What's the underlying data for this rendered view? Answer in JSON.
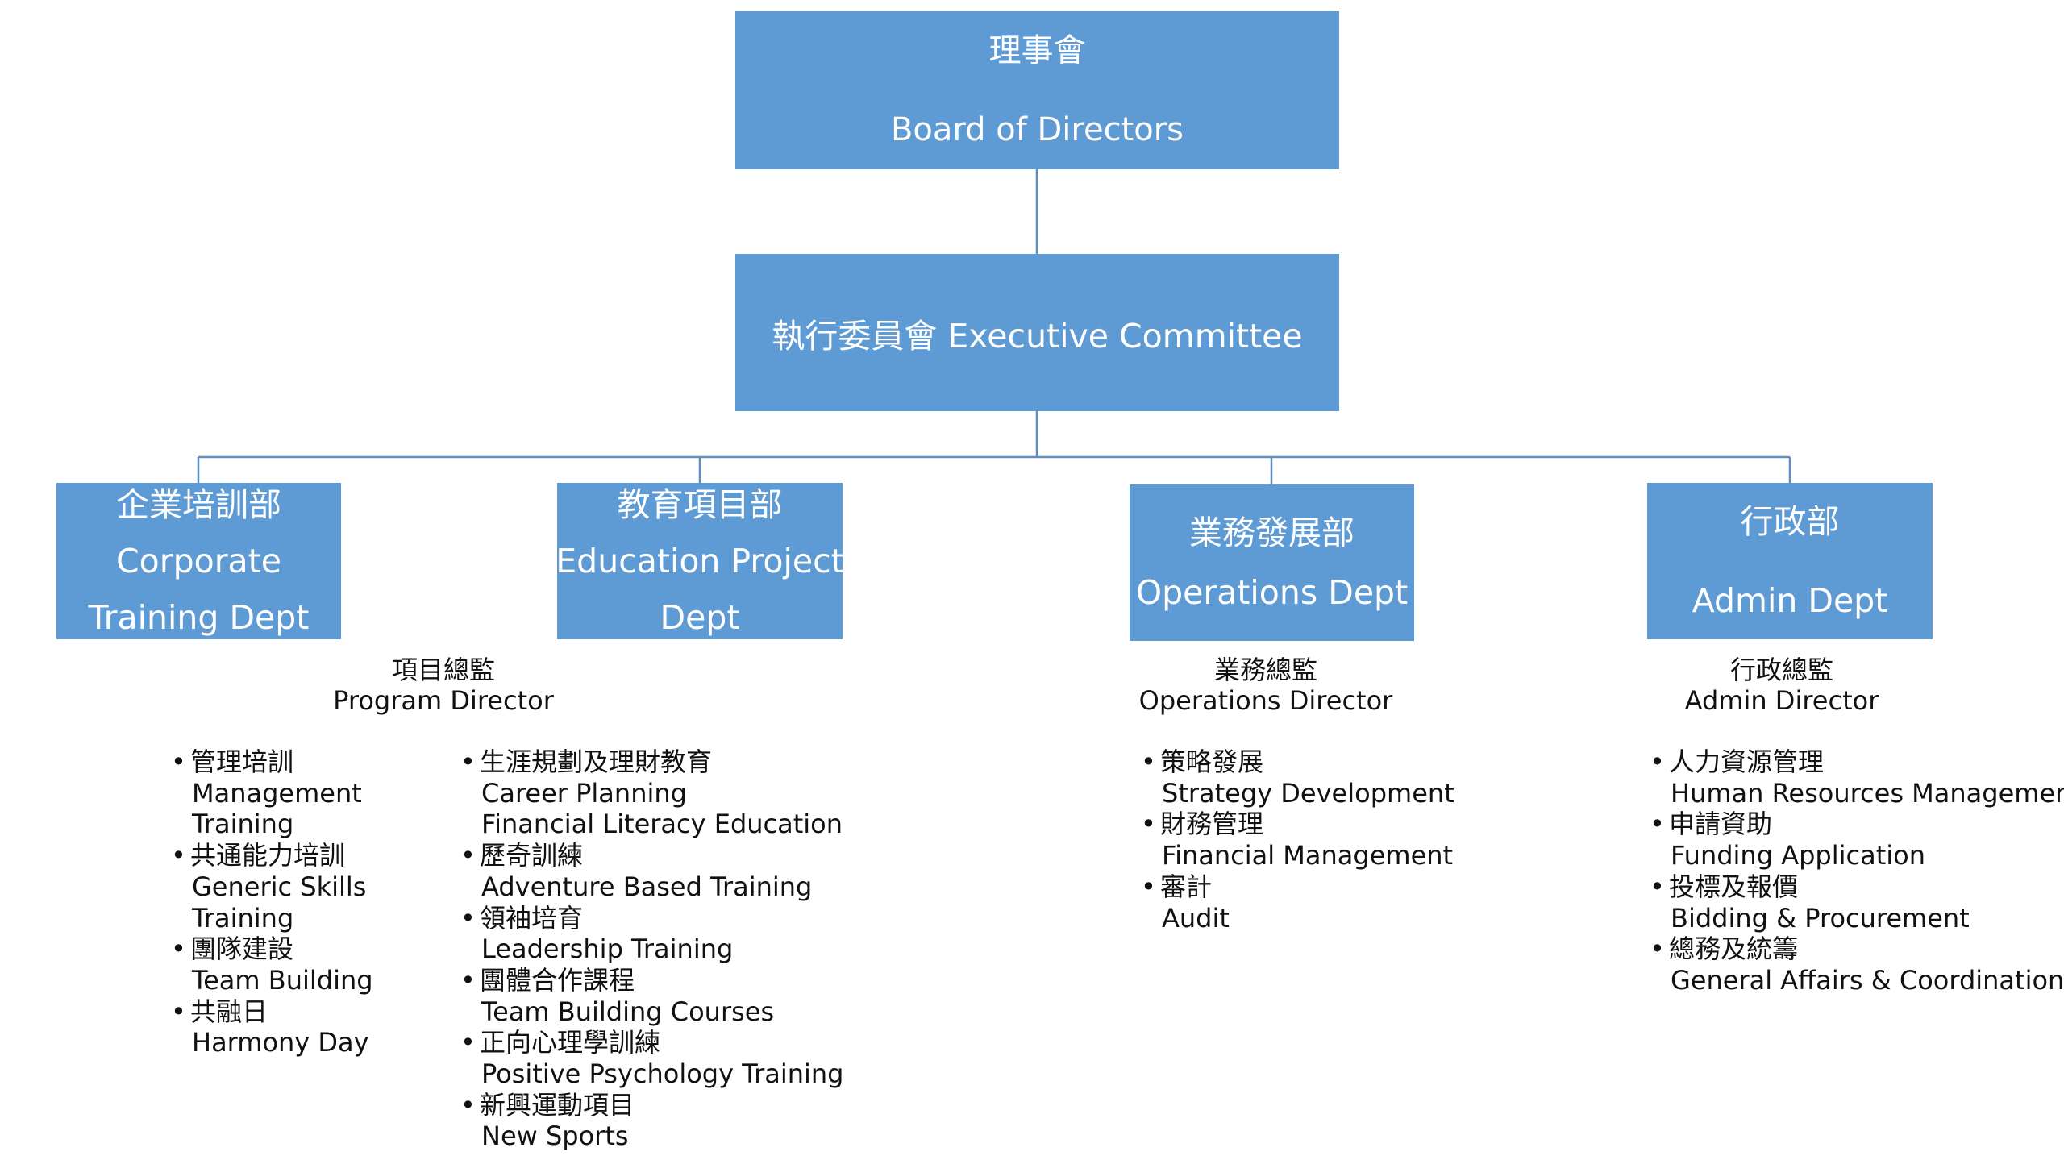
{
  "board": {
    "zh": "理事會",
    "en": "Board of Directors"
  },
  "executive": {
    "label": "執行委員會 Executive Committee"
  },
  "departments": [
    {
      "zh": "企業培訓部",
      "en_line1": "Corporate",
      "en_line2": "Training Dept"
    },
    {
      "zh": "教育項目部",
      "en_line1": "Education Project",
      "en_line2": "Dept"
    },
    {
      "zh": "業務發展部",
      "en_line1": "Operations Dept"
    },
    {
      "zh": "行政部",
      "en_line1": "Admin Dept"
    }
  ],
  "directors": {
    "program": {
      "zh": "項目總監",
      "en": "Program Director"
    },
    "operations": {
      "zh": "業務總監",
      "en": "Operations Director"
    },
    "admin": {
      "zh": "行政總監",
      "en": "Admin Director"
    }
  },
  "corporate_items": [
    {
      "zh": "管理培訓",
      "en_line1": "Management",
      "en_line2": "Training"
    },
    {
      "zh": "共通能力培訓",
      "en_line1": "Generic Skills",
      "en_line2": "Training"
    },
    {
      "zh": "團隊建設",
      "en_line1": "Team Building"
    },
    {
      "zh": "共融日",
      "en_line1": "Harmony Day"
    }
  ],
  "education_items": [
    {
      "zh": "生涯規劃及理財教育",
      "en_line1": "Career Planning",
      "en_line2": "Financial Literacy Education"
    },
    {
      "zh": "歷奇訓練",
      "en_line1": "Adventure Based Training"
    },
    {
      "zh": "領袖培育",
      "en_line1": "Leadership Training"
    },
    {
      "zh": "團體合作課程",
      "en_line1": "Team Building Courses"
    },
    {
      "zh": "正向心理學訓練",
      "en_line1": "Positive Psychology Training"
    },
    {
      "zh": "新興運動項目",
      "en_line1": "New Sports"
    }
  ],
  "operations_items": [
    {
      "zh": "策略發展",
      "en_line1": "Strategy Development"
    },
    {
      "zh": "財務管理",
      "en_line1": "Financial Management"
    },
    {
      "zh": "審計",
      "en_line1": "Audit"
    }
  ],
  "admin_items": [
    {
      "zh": "人力資源管理",
      "en_line1": "Human Resources Management"
    },
    {
      "zh": "申請資助",
      "en_line1": "Funding Application"
    },
    {
      "zh": "投標及報價",
      "en_line1": "Bidding & Procurement"
    },
    {
      "zh": "總務及統籌",
      "en_line1": "General Affairs & Coordination"
    }
  ],
  "colors": {
    "box_fill": "#5e9bd4",
    "box_text": "#ffffff",
    "connector": "#5e8fc0"
  }
}
